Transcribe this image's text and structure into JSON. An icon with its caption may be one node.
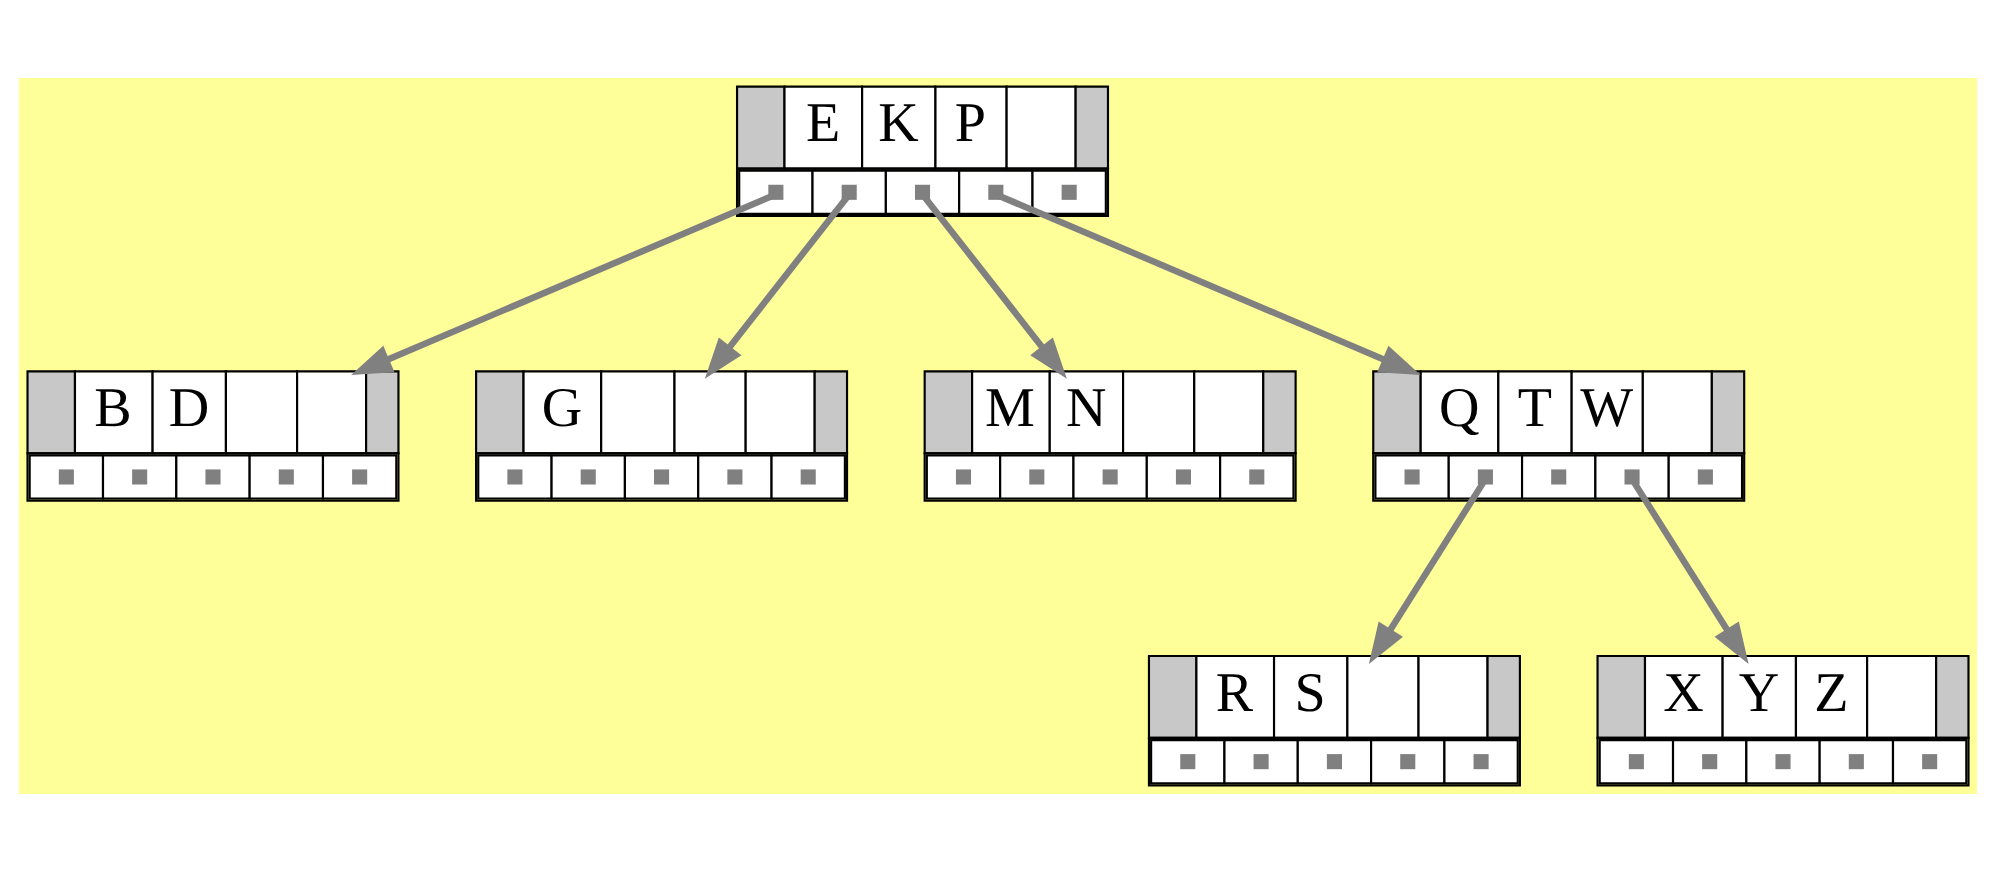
{
  "diagram": {
    "nodes": [
      {
        "text": [
          "E",
          "K",
          "P"
        ]
      },
      {
        "text": [
          "B",
          "D"
        ]
      },
      {
        "text": [
          "G"
        ]
      },
      {
        "text": [
          "M",
          "N"
        ]
      },
      {
        "text": [
          "Q",
          "T",
          "W"
        ]
      },
      {
        "text": [
          "R",
          "S"
        ]
      },
      {
        "text": [
          "X",
          "Y",
          "Z"
        ]
      }
    ],
    "edges": [
      {
        "from": 0,
        "to": 1,
        "arrow": "to"
      },
      {
        "from": 0,
        "to": 2,
        "arrow": "to"
      },
      {
        "from": 0,
        "to": 3,
        "arrow": "to"
      },
      {
        "from": 0,
        "to": 4,
        "arrow": "to"
      },
      {
        "from": 4,
        "to": 5,
        "arrow": "to"
      },
      {
        "from": 4,
        "to": 6,
        "arrow": "to"
      }
    ]
  }
}
